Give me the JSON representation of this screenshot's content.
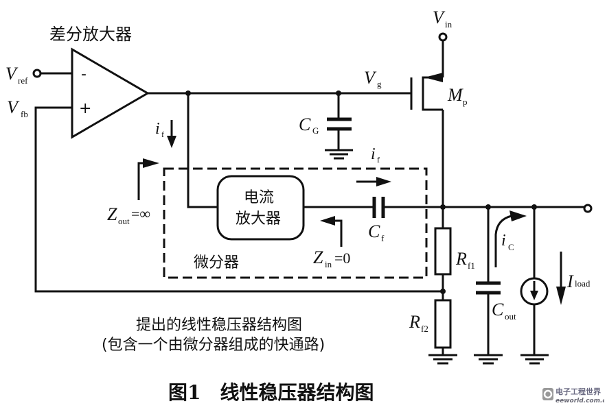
{
  "diagram": {
    "title_opamp": "差分放大器",
    "opamp_minus": "-",
    "opamp_plus": "+",
    "labels": {
      "vref_main": "V",
      "vref_sub": "ref",
      "vfb_main": "V",
      "vfb_sub": "fb",
      "vin_main": "V",
      "vin_sub": "in",
      "vg_main": "V",
      "vg_sub": "g",
      "mp_main": "M",
      "mp_sub": "p",
      "cg_main": "C",
      "cg_sub": "G",
      "if1_main": "i",
      "if1_sub": "f",
      "if2_main": "i",
      "if2_sub": "f",
      "zout_main": "Z",
      "zout_sub": "out",
      "zout_val": "=∞",
      "zin_main": "Z",
      "zin_sub": "in",
      "zin_val": "=0",
      "cf_main": "C",
      "cf_sub": "f",
      "rf1_main": "R",
      "rf1_sub": "f1",
      "rf2_main": "R",
      "rf2_sub": "f2",
      "ic_main": "i",
      "ic_sub": "C",
      "cout_main": "C",
      "cout_sub": "out",
      "iload_main": "I",
      "iload_sub": "load"
    },
    "current_amp_line1": "电流",
    "current_amp_line2": "放大器",
    "differentiator_label": "微分器",
    "description_line1": "提出的线性稳压器结构图",
    "description_line2": "(包含一个由微分器组成的快通路)",
    "figure_caption": "图1　线性稳压器结构图"
  },
  "watermark": {
    "name": "电子工程世界",
    "site": "eeworld.com.cn"
  }
}
